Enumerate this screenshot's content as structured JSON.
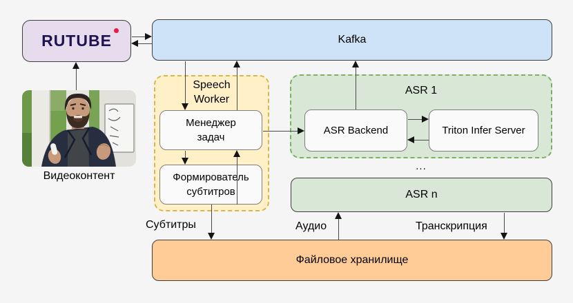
{
  "rutube": {
    "logo_text": "RUTUBE"
  },
  "kafka": {
    "label": "Kafka"
  },
  "video": {
    "caption": "Видеоконтент"
  },
  "speech_worker": {
    "title": "Speech Worker",
    "task_manager": "Менеджер задач",
    "subtitle_former": "Формирователь субтитров"
  },
  "asr_cluster": {
    "title": "ASR 1",
    "backend": "ASR Backend",
    "triton": "Triton Infer Server",
    "ellipsis": "...",
    "asr_n": "ASR n"
  },
  "storage": {
    "label": "Файловое хранилище"
  },
  "edge_labels": {
    "subtitles": "Субтитры",
    "audio": "Аудио",
    "transcription": "Транскрипция"
  },
  "colors": {
    "background": "#f5f5f5",
    "rutube_fill": "#e7dcee",
    "rutube_text": "#1e1450",
    "rutube_dot": "#ec1944",
    "kafka_fill": "#cfe3f8",
    "speech_worker_fill": "#fff0c7",
    "speech_worker_border": "#d9b64e",
    "asr_fill": "#d9e8d6",
    "asr_border": "#7fae64",
    "storage_fill": "#ffcb97",
    "inner_node_fill": "#fafafa",
    "arrow_line": "#4a4a4a"
  }
}
